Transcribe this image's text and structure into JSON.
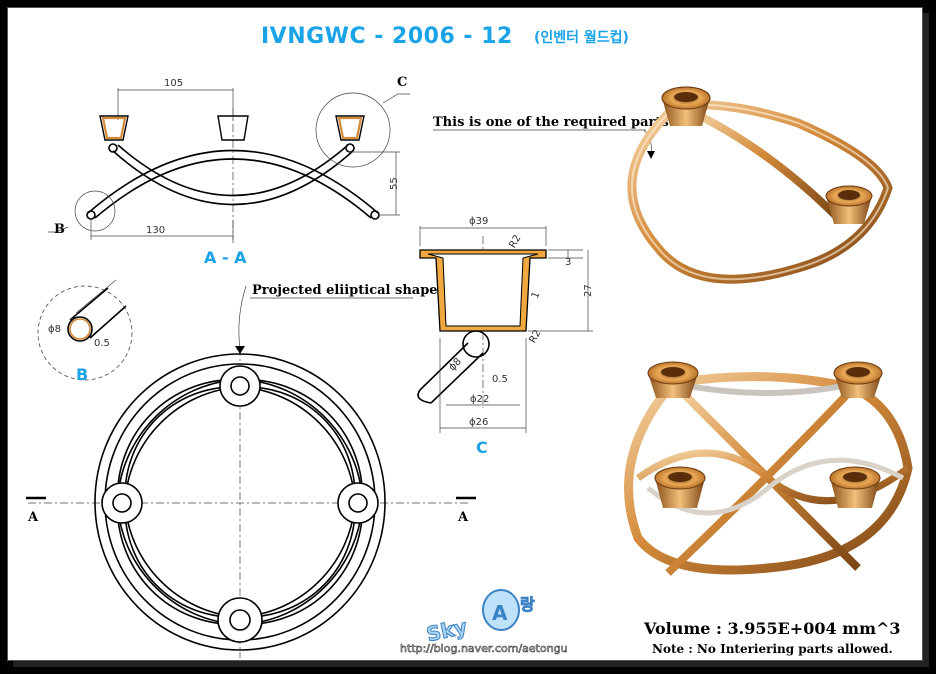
{
  "title": {
    "main": "IVNGWC - 2006 - 12",
    "korean": "(인벤터 월드컵)"
  },
  "views": {
    "section_aa": "A - A",
    "detail_b": "B",
    "detail_c": "C",
    "detail_c_bottom": "C",
    "marker_b": "B",
    "marker_c": "C",
    "section_mark_left": "A",
    "section_mark_right": "A"
  },
  "dimensions": {
    "d105": "105",
    "d130": "130",
    "d55": "55",
    "d39": "ϕ39",
    "d3": "3",
    "d27": "27",
    "r2_top": "R2",
    "r2_bottom": "R2",
    "d1": "1",
    "d8_c": "ϕ8",
    "d05_c": "0.5",
    "d22": "ϕ22",
    "d26": "ϕ26",
    "d8_b": "ϕ8",
    "d05_b": "0.5"
  },
  "annotations": {
    "required_part": "This is one of the required parts",
    "projected_shape": "Projected eliiptical shape",
    "volume": "Volume : 3.955E+004 mm^3",
    "note": "Note : No Interiering parts allowed."
  },
  "watermark": {
    "logo_text": "Sky",
    "logo_korean": "랑",
    "url": "http://blog.naver.com/aetongu"
  },
  "colors": {
    "title_blue": "#1aa3e6",
    "copper": "#d38a3a",
    "frame": "#000000"
  }
}
